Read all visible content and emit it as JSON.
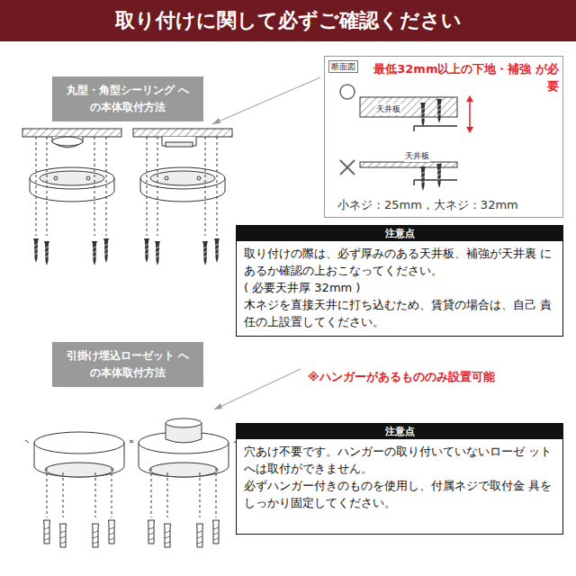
{
  "diagram": {
    "title": "取り付けに関して必ずご確認ください",
    "nodes": [
      {
        "text": [
          "丸型・角型シーリング への本体取付方法"
        ]
      },
      {
        "text": [
          "最低32mm以上の下地・補強 が必要",
          "天井板",
          "天井板",
          "小ネジ：25mm，大ネジ：32mm"
        ]
      },
      {
        "text": [
          "断面図"
        ],
        "in": 1
      },
      {
        "text": [
          "注意点",
          "取り付けの際は、必ず厚みのある天井板、補強が天井裏 にあるか確認の上おこなってください。",
          "( 必要天井厚 32mm )",
          "木ネジを直接天井に打ち込むため、賃貸の場合は、自己 責任の上設置してください。"
        ]
      },
      {
        "text": [
          "引掛け埋込ローゼット への本体取付方法"
        ]
      },
      {
        "text": [
          "注意点",
          "穴あけ不要です。ハンガーの取り付いていないローゼ ットへは取付ができません。",
          "必ずハンガー付きのものを使用し、付属ネジで取付金 具をしっかり固定してください。"
        ]
      }
    ],
    "labels": [
      "※ハンガーがあるもののみ設置可能"
    ]
  }
}
